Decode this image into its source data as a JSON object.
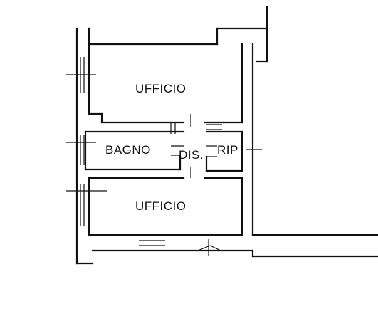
{
  "rooms": {
    "office_top": "UFFICIO",
    "bathroom": "BAGNO",
    "hallway": "DIS.",
    "storage": "RIP",
    "office_bottom": "UFFICIO"
  },
  "colors": {
    "line": "#111111",
    "background": "#ffffff"
  }
}
